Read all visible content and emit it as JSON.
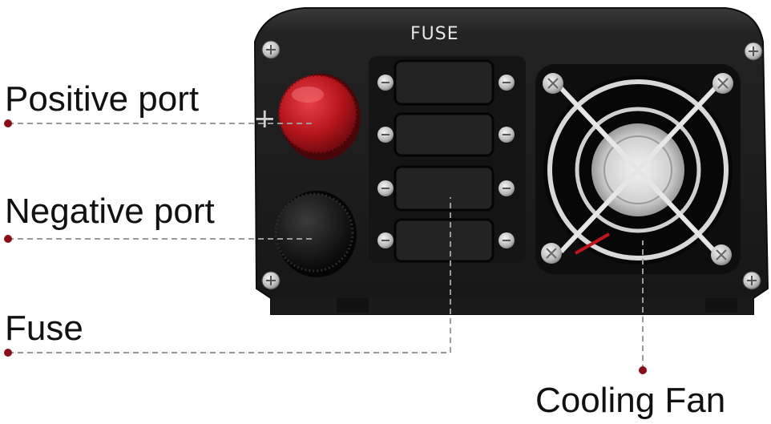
{
  "panel": {
    "fuse_heading": "FUSE",
    "positive_symbol": "+"
  },
  "callouts": {
    "positive": "Positive port",
    "negative": "Negative port",
    "fuse": "Fuse",
    "fan": "Cooling Fan"
  },
  "colors": {
    "leader_dot": "#8b0d1a",
    "leader_line": "#9a9a9a",
    "housing": "#1f1f1f",
    "positive_knob": "#c0151c",
    "negative_knob": "#121212"
  },
  "icons": {
    "screw": "screw-icon",
    "fan_grill": "fan-grill-icon"
  }
}
